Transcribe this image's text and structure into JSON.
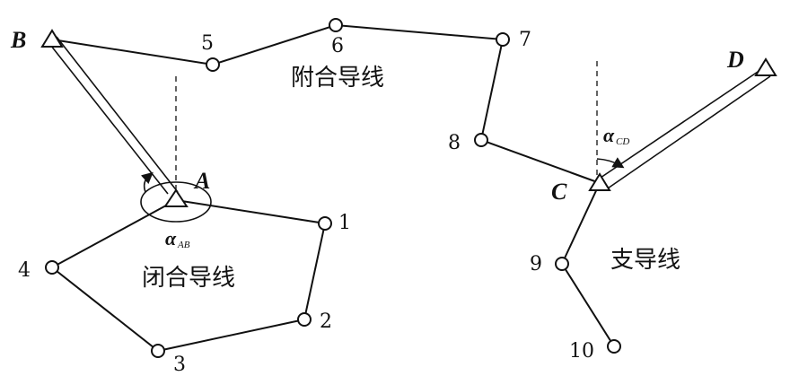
{
  "labels": {
    "B": "B",
    "A": "A",
    "C": "C",
    "D": "D",
    "n1": "1",
    "n2": "2",
    "n3": "3",
    "n4": "4",
    "n5": "5",
    "n6": "6",
    "n7": "7",
    "n8": "8",
    "n9": "9",
    "n10": "10"
  },
  "traverse_names": {
    "connecting": "附合导线",
    "closed": "闭合导线",
    "open": "支导线"
  },
  "angles": {
    "alpha_ab": {
      "symbol": "α",
      "subscript": "AB"
    },
    "alpha_cd": {
      "symbol": "α",
      "subscript": "CD"
    }
  }
}
